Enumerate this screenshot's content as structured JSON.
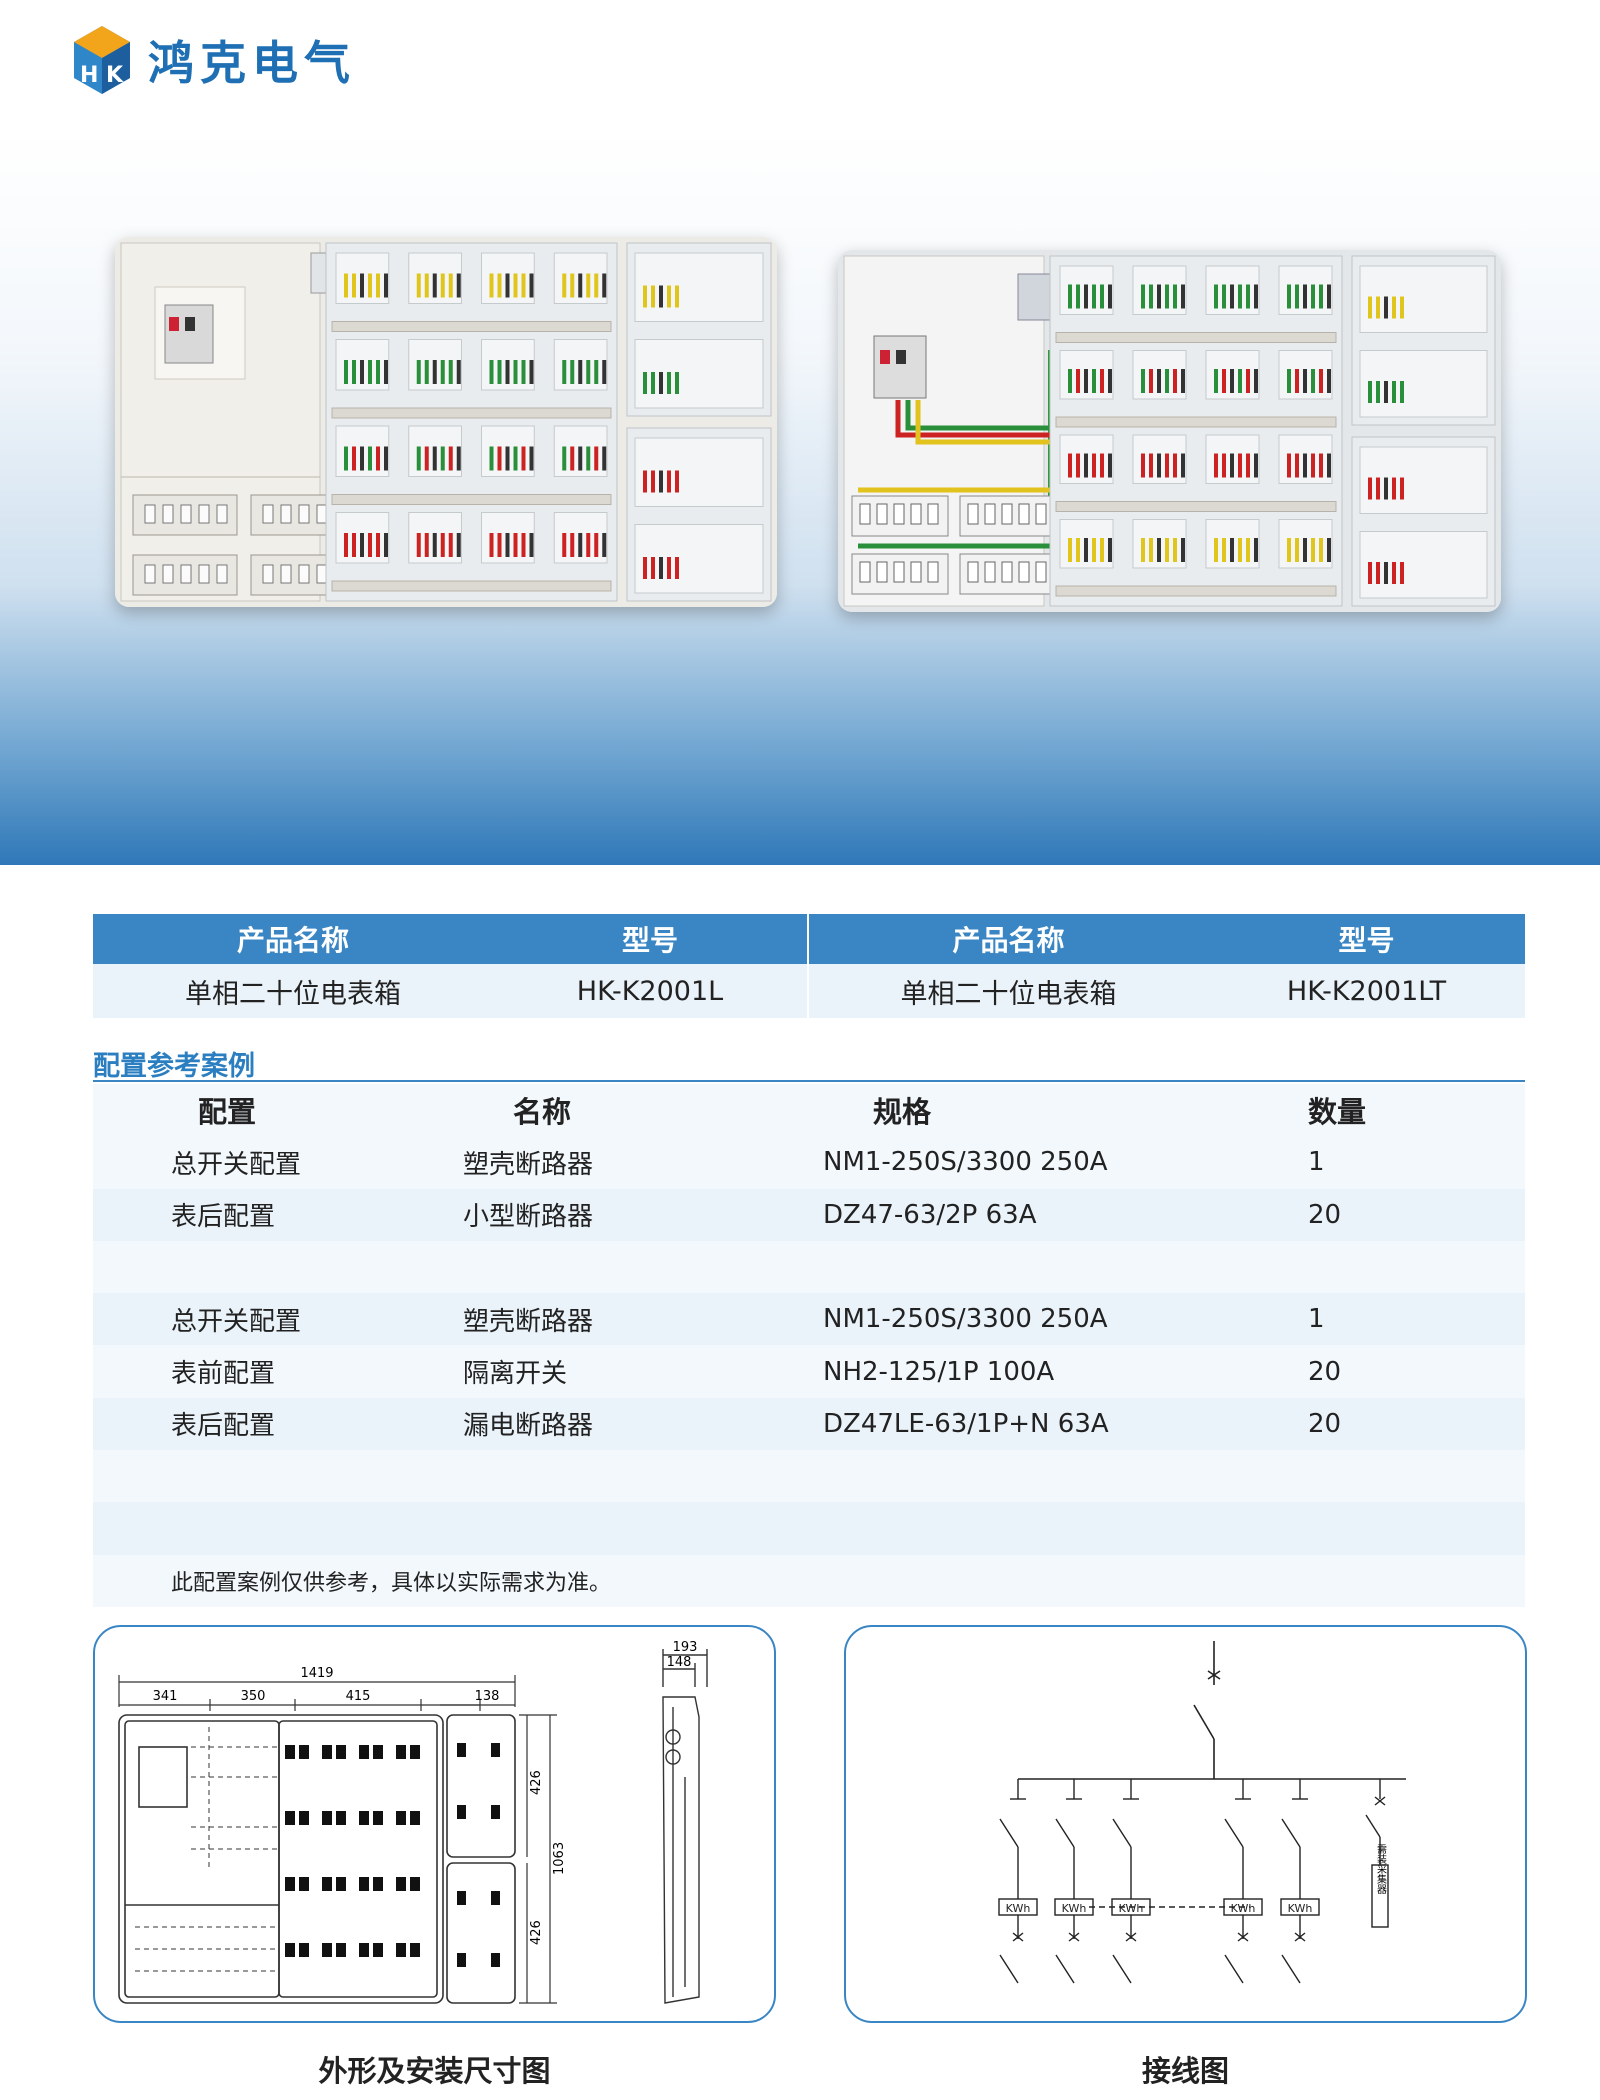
{
  "brand": {
    "logo_letters": "HK",
    "name": "鸿克电气"
  },
  "product_table": {
    "headers": [
      "产品名称",
      "型号",
      "产品名称",
      "型号"
    ],
    "row": [
      "单相二十位电表箱",
      "HK-K2001L",
      "单相二十位电表箱",
      "HK-K2001LT"
    ]
  },
  "config": {
    "title": "配置参考案例",
    "headers": [
      "配置",
      "名称",
      "规格",
      "数量"
    ],
    "rows": [
      [
        "总开关配置",
        "塑壳断路器",
        "NM1-250S/3300 250A",
        "1"
      ],
      [
        "表后配置",
        "小型断路器",
        "DZ47-63/2P 63A",
        "20"
      ],
      [
        "",
        "",
        "",
        ""
      ],
      [
        "总开关配置",
        "塑壳断路器",
        "NM1-250S/3300 250A",
        "1"
      ],
      [
        "表前配置",
        "隔离开关",
        "NH2-125/1P 100A",
        "20"
      ],
      [
        "表后配置",
        "漏电断路器",
        "DZ47LE-63/1P+N 63A",
        "20"
      ],
      [
        "",
        "",
        "",
        ""
      ],
      [
        "",
        "",
        "",
        ""
      ]
    ],
    "note": "此配置案例仅供参考，具体以实际需求为准。"
  },
  "dimensions": {
    "caption": "外形及安装尺寸图",
    "total_width": "1419",
    "seg1": "341",
    "seg2": "350",
    "seg3": "415",
    "seg4": "138",
    "height_total": "1063",
    "height_upper": "426",
    "height_lower": "426",
    "depth_outer": "193",
    "depth_inner": "148"
  },
  "wiring": {
    "caption": "接线图",
    "meter_label": "KWh",
    "collector_label": "需装采集器"
  },
  "colors": {
    "brand_blue": "#1e6fb3",
    "table_header": "#3a86c4",
    "row_light": "#eaf3fa"
  }
}
